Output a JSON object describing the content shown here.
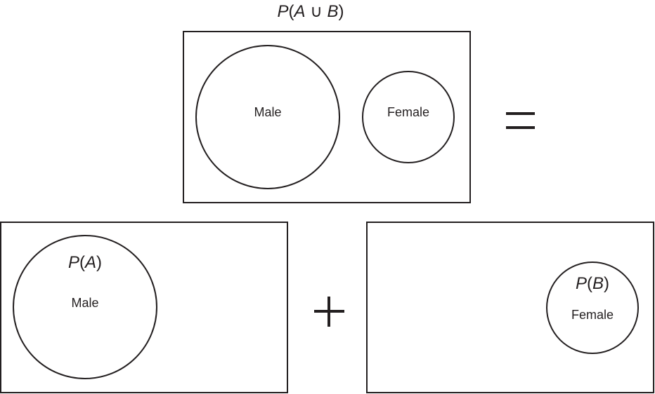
{
  "top": {
    "formula": {
      "p": "P",
      "open": "(",
      "a": "A",
      "union": " ∪ ",
      "b": "B",
      "close": ")"
    },
    "circle_left_label": "Male",
    "circle_right_label": "Female"
  },
  "bottom_left": {
    "formula": {
      "p": "P",
      "open": "(",
      "a": "A",
      "close": ")"
    },
    "circle_label": "Male"
  },
  "bottom_right": {
    "formula": {
      "p": "P",
      "open": "(",
      "b": "B",
      "close": ")"
    },
    "circle_label": "Female"
  },
  "operators": {
    "equals": "equals-sign",
    "plus": "plus-sign"
  }
}
